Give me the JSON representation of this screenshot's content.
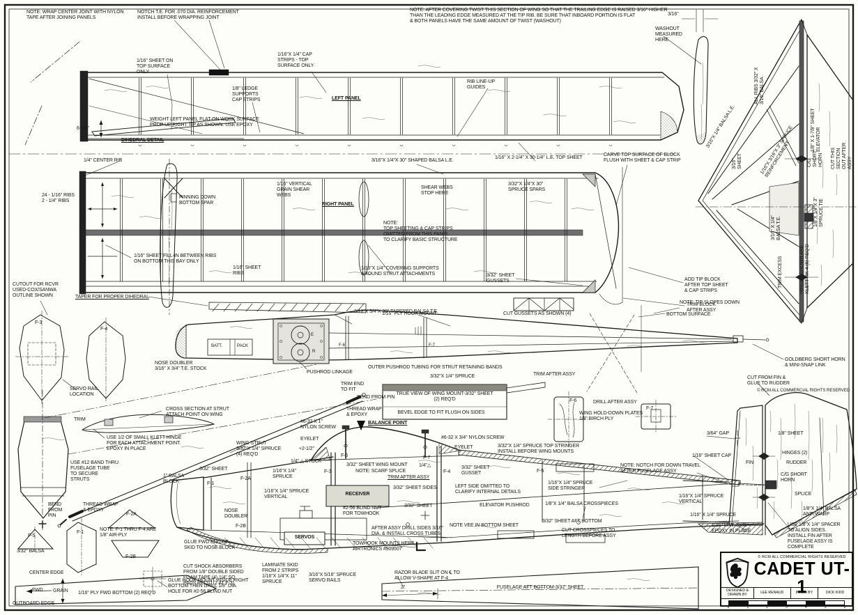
{
  "title_block": {
    "title": "CADET UT-1",
    "copyright": "© RCM  ALL COMMERCIAL RIGHTS RESERVED",
    "designed_label": "DESIGNED &\nDRAWN BY",
    "designer": "LEE RENAUD",
    "inked_label": "INKED BY",
    "inker": "DICK KIDD",
    "scale_ticks": [
      "0",
      "1",
      "2",
      "3",
      "4",
      "5",
      "6"
    ]
  },
  "labels": {
    "wrap_center": "NOTE: WRAP CENTER JOINT WITH NYLON\nTAPE AFTER JOINING PANELS",
    "notch_te": "NOTCH T.E. FOR .070 DIA. REINFORCEMENT\nINSTALL BEFORE WRAPPING JOINT",
    "washout_note": "NOTE: AFTER COVERING TWIST THIS SECTION OF WING SO THAT THE TRAILING EDGE IS RAISED 3/16\" HIGHER\nTHAN THE LEADING EDGE MEASURED AT THE TIP RIB. BE SURE THAT INBOARD PORTION IS FLAT\n& BOTH PANELS HAVE THE SAME AMOUNT OF TWIST (WASHOUT)",
    "dim_316": "3/16\"",
    "washout_here": "WASHOUT\nMEASURED\nHERE",
    "sheet_top_surface": "1/16\" SHEET ON\nTOP SURFACE\nONLY",
    "cap_strips": "1/16\"X 1/4\" CAP\nSTRIPS - TOP\nSURFACE ONLY",
    "ledge": "1/8\" LEDGE\nSUPPORTS\nCAP STRIPS",
    "left_panel": "LEFT PANEL",
    "rib_lineup": "RIB LINE-UP\nGUIDES",
    "weight_note": "WEIGHT LEFT PANEL FLAT ON WORK SURFACE\nPROP UP RIGHT TIP AS SHOWN. USE EPOXY",
    "dihedral_detail": "DIHEDRAL DETAIL",
    "dim_634": "6-3/4\"",
    "all_ribs": "ALL RIBS 3/32\" X\n3/16\" BALSA",
    "stab_le": "3/16\"X 1/4\" BALSA L.E.",
    "elevator_sheet": "1/8\" X 1-7/8\" SHEET ELEVATOR",
    "spruce_reinf": "1/16\"X 3/16\"X 3\" SPRUCE\nREINFORCEMENT",
    "sheet_316_stab": "3/16\"\nSHEET",
    "cg_horn_stab": "C/G\nSHORT\nHORN",
    "cut_section": "CUT THIS SECTION\nOUT AFTER ASSY",
    "balsa_te_stab": "3/16\" X 1/4\"\nBALSA T.E.",
    "spruce_tie": "1/8\"X 1/4\"X 3\"\nSPRUCE TIE",
    "hinges_klett": "HINGES SHOWN ARE\nKLETT RK-4 (6) REQ'D",
    "trim_excess": "TRIM EXCESS",
    "center_rib": "1/4\" CENTER RIB",
    "shaped_le": "3/16\"X 1/4\"X 30\" SHAPED BALSA L.E.",
    "ribs_count": "24 - 1/16\" RIBS\n2 - 1/4\" RIBS",
    "pinning": "PINNING DOWN\nBOTTOM SPAR",
    "shear_webs": "1/16\" VERTICAL\nGRAIN SHEAR\nWEBS",
    "webs_stop": "SHEAR WEBS\nSTOP HERE",
    "spruce_spars": "3/32\"X 1/4\"X 30\"\nSPRUCE SPARS",
    "right_panel": "RIGHT PANEL",
    "top_sheeting_note": "NOTE:\nTOP SHEETING & CAP STRIPS\nOMITTED FROM THIS PANEL\nTO CLARIFY BASIC STRUCTURE",
    "fill_in": "1/16\" SHEET FILL-IN BETWEEN RIBS\nON BOTTOM THIS BAY ONLY",
    "sheet_ribs": "1/16\" SHEET\nRIBS",
    "covering_supports": "1/16\"X 1/4\" COVERING SUPPORTS\nAROUND STRUT ATTACHMENTS",
    "sheet_gussets": "3/32\" SHEET\nGUSSETS",
    "cutout_rcvr": "CUTOUT FOR RCVR\nUSED-COX/SANWA\nOUTLINE SHOWN",
    "taper_dihedral": "TAPER FOR PROPER DIHEDRAL",
    "tapered_te": "3/16\"X 3/4\"X 30\" TAPERED BALSA T.E.",
    "ply_hook": "1/16\" PLY HOOK MOUNT",
    "cut_gussets": "CUT GUSSETS AS SHOWN (4)",
    "le_top_sheet": "1/16\" X 2-1/4\" X 30-1/4\" L.E. TOP SHEET",
    "carve_block": "CARVE TOP SURFACE OF BLOCK\nFLUSH WITH SHEET & CAP STRIP",
    "add_tip_block": "ADD TIP BLOCK\nAFTER TOP SHEET\n& CAP STRIPS",
    "trim_block": "TRIM BLOCK\nAFTER ASSY",
    "tip_slopes": "NOTE: TIP SLOPES DOWN",
    "bottom_surface": "BOTTOM SURFACE",
    "batt": "BATT.",
    "pack": "PACK",
    "e_lbl": "E",
    "r_lbl": "R",
    "f6_sm": "F-6",
    "f7_sm": "F-7",
    "nose_doubler": "NOSE DOUBLER\n3/16\" X 3/4\" T.E. STOCK",
    "pushrod_linkage": "PUSHROD LINKAGE",
    "outer_pushrod": "OUTER PUSHROD TUBING FOR STRUT RETAINING BANDS",
    "goldberg": "GOLDBERG SHORT HORN\n& MINI-SNAP LINK",
    "cut_from_fin": "CUT FROM FIN &\nGLUE TO RUDDER",
    "copyright_note": "© RCM  ALL COMMERCIAL RIGHTS RESERVED",
    "f3": "F-3",
    "f4": "F-4",
    "servo_rail": "SERVO RAIL\nLOCATION",
    "cross_section": "CROSS SECTION AT STRUT\nATTACH POINT ON WING",
    "trim_lbl": "TRIM",
    "klett_hinge": "USE 1/2 OF SMALL KLETT HINGE\nFOR EACH ATTACHMENT POINT.\nEPOXY IN PLACE",
    "band12": "USE #12 BAND THRU\nFUSELAGE TUBE\nTO SECURE\nSTRUTS",
    "bend_pin1": "BEND\nFROM\nPIN",
    "thread_wrap1": "THREAD WRAP\n& EPOXY",
    "f2a": "F-2A",
    "f5": "F-5",
    "balsa332": "3/32\" BALSA",
    "f1": "F-1",
    "note_f1f4": "NOTE: F-1 THRU F-4 ARE\n1/8\" AIR-PLY",
    "f2b": "F-2B",
    "wing_strut": "WING STRUT\n3/32\"X 1/4\" SPRUCE\n(4) REQ'D",
    "balsa_block": "1\" BALSA\nBLOCK",
    "spruce_332_14": "3/32\"X 1/4\" SPRUCE",
    "trim_after1": "TRIM AFTER ASSY",
    "true_view": "TRUE VIEW OF WING MOUNT-3/32\" SHEET\n(2) REQ'D",
    "bevel_edge": "BEVEL EDGE TO FIT FLUSH ON SIDES",
    "f6_plate": "F-6",
    "drill_after": "DRILL AFTER ASSY",
    "f7_plate": "F-7",
    "hold_down": "WING HOLD-DOWN PLATES\n1/8\" BIRCH PLY",
    "trim_end": "TRIM END\nTO FIT",
    "bend_pin2": "BEND FROM PIN",
    "thread_wrap2": "THREAD WRAP\n& EPOXY",
    "nylon1": "#6-32 X 1\"\nNYLON SCREW",
    "balance_point": "BALANCE POINT",
    "eyelet1": "EYELET",
    "nylon2": "#6-32 X 3/4\" NYLON SCREW",
    "eyelet2": "EYELET",
    "dim_2half": "+2-1/2\"",
    "quarter_stock": "1/4\" △ STOCK",
    "f6_mid": "F-6",
    "f7_mid": "F-7",
    "wing_mount_332": "3/32\" SHEET WING MOUNT",
    "quarter_tri": "1/4\"△",
    "scarf": "NOTE: SCARF SPLICE",
    "trim_after2": "TRIM AFTER ASSY",
    "f3_mid": "F-3",
    "f4_mid": "F-4",
    "sheet332_l": "3/32\" SHEET",
    "f2a_mid": "F-2A",
    "spruce_116": "1/16\"X 1/4\"\nSPRUCE",
    "f1_mid": "F-1",
    "gusset332": "3/32\" SHEET\nGUSSET",
    "top_stringer": "3/32\"X 1/4\" SPRUCE TOP STRINGER\nINSTALL BEFORE WING MOUNTS",
    "receiver": "RECEIVER",
    "sheet_sides": "3/32\" SHEET SIDES",
    "left_omitted": "LEFT SIDE OMITTED TO\nCLARIFY INTERNAL DETAILS",
    "f5_mid": "F-5",
    "side_stringer": "1/16\"X 1/4\" SPRUCE\nSIDE STRINGER",
    "spruce_vert1": "1/16\"X 1/4\" SPRUCE\nVERTICAL",
    "nose_doubler2": "NOSE\nDOUBLER",
    "f2b_mid": "F-2B",
    "servos": "SERVOS",
    "blind_nut": "#2-56 BLIND NUT\nFOR TOWHOOK",
    "sheet332_2": "3/32\" SHEET",
    "elev_pushrod": "ELEVATOR PUSHROD",
    "crosspieces": "1/8\"X 1/4\" BALSA CROSSPIECES",
    "spruce_vert2": "1/16\"X 1/4\" SPRUCE\nVERTICAL",
    "note_vee": "NOTE VEE IN BOTTOM SHEET",
    "drill_sides": "AFTER ASSY DRILL SIDES 3/16\"\nDIA. & INSTALL CROSS TUBES",
    "towhook": "TOWHOOK MOUNTS HERE\nAIRTRONICS #909507",
    "aft_bottom332": "3/32\" SHEET AFT BOTTOM",
    "cut_cross": "CUT CROSSPIECES TO\nLENGTH BEFORE ASSY",
    "spruce_116b": "1/16\" X 1/4\" SPRUCE",
    "mw_skid": "1/16\" M.W. SKID\nEPOXY IN PLACE",
    "glue_fwd": "GLUE FWD END OF\nSKID TO NOSE BLOCK",
    "shock": "CUT SHOCK ABSORBERS\nFROM 1/8\" DOUBLE SIDED\nFOAM TAPE (4) 1/4\" SQ.\nPADS REQ'D (2 AT F-3)",
    "laminate": "LAMINATE SKID\nFROM 2 STRIPS\n1/16\"X 1/4\"X 11\"\nSPRUCE",
    "servo_rails2": "3/16\"X 5/16\" SPRUCE\nSERVO RAILS",
    "notch_down": "NOTE: NOTCH FOR DOWN TRAVEL\nAFTER FUSELAGE ASSY",
    "sheet_cap": "1/16\" SHEET CAP",
    "gap364": "3/64\" GAP",
    "sheet18": "1/8\" SHEET",
    "hinges2": "HINGES (2)",
    "fin": "FIN",
    "rudder": "RUDDER",
    "cg_horn2": "C/G SHORT\nHORN",
    "splice": "SPLICE",
    "anti_warp": "1/8\"X 1/4\" BALSA\nANTI-WARP",
    "spacer": "USE 1/8\"X 1/4\" SPACER\nTO ALIGN SIDES.\nINSTALL FIN AFTER\nFUSELAGE ASSY IS\nCOMPLETE",
    "razor": "RAZOR BLADE SLIT ON ℄ TO\nALLOW V-SHAPE AT F-4",
    "dim2": "2\"",
    "fus_aft": "FUSELAGE AFT BOTTOM-3/32\" SHEET",
    "center_edge": "CENTER EDGE",
    "fwd": "FWD",
    "grain": "GRAIN",
    "ply_fwd": "1/16\" PLY FWD BOTTOM (2) REQ'D",
    "outboard": "OUTBOARD EDGE",
    "glue_hook": "GLUE HOOK MOUNT INSIDE RIGHT\nBOTTOM THEN DRILL 1/8\" DIA.\nHOLE FOR #2-56 BLIND NUT"
  }
}
